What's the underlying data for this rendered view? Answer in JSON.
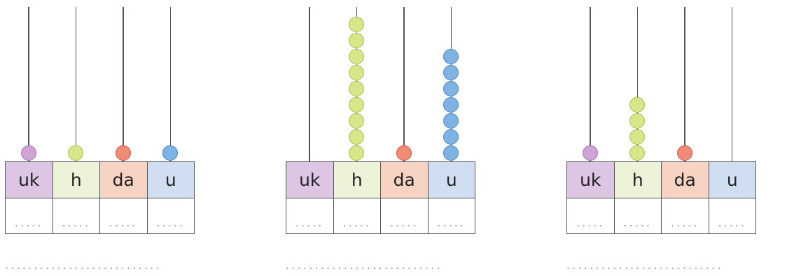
{
  "columns": [
    {
      "label": "uk",
      "fill": "#dcc6e3",
      "bead": "#cfa3d6",
      "beadEdge": "#a774b3"
    },
    {
      "label": "h",
      "fill": "#ecf3d8",
      "bead": "#d8e68a",
      "beadEdge": "#aebe4c"
    },
    {
      "label": "da",
      "fill": "#f7d3c3",
      "bead": "#f08b78",
      "beadEdge": "#cc5840"
    },
    {
      "label": "u",
      "fill": "#cfdff1",
      "bead": "#7fb3e3",
      "beadEdge": "#4a86c3"
    }
  ],
  "blank": ".....",
  "answer_blank": "...........................",
  "abaci": [
    {
      "beads": [
        1,
        1,
        1,
        1
      ]
    },
    {
      "beads": [
        0,
        9,
        1,
        7
      ]
    },
    {
      "beads": [
        1,
        4,
        1,
        0
      ]
    }
  ]
}
